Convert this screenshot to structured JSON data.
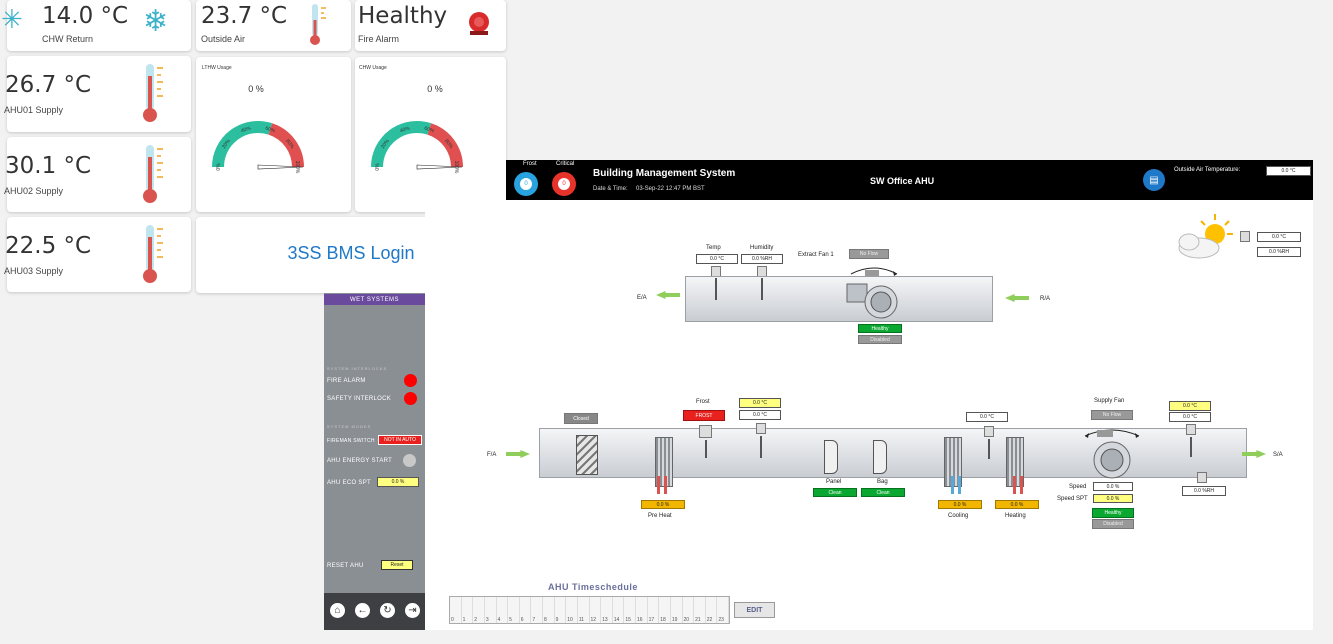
{
  "dashboard": {
    "tiles": [
      {
        "value": "14.0 °C",
        "label": "CHW Return"
      },
      {
        "value": "23.7 °C",
        "label": "Outside Air"
      },
      {
        "value": "Healthy",
        "label": "Fire Alarm"
      },
      {
        "value": "26.7 °C",
        "label": "AHU01 Supply"
      },
      {
        "value": "30.1 °C",
        "label": "AHU02 Supply"
      },
      {
        "value": "22.5 °C",
        "label": "AHU03 Supply"
      }
    ],
    "gauges": [
      {
        "title": "LTHW Usage",
        "value": "0 %",
        "pct": 0
      },
      {
        "title": "CHW Usage",
        "value": "0 %",
        "pct": 0
      }
    ],
    "gauge_ticks": [
      "0%",
      "20%",
      "40%",
      "60%",
      "80%",
      "100%"
    ],
    "login_link": "3SS BMS Login"
  },
  "header": {
    "alarm_frost_label": "Frost",
    "alarm_critical_label": "Critical",
    "alarm_frost_count": "0",
    "alarm_critical_count": "0",
    "title": "Building Management System",
    "datetime_label": "Date & Time:",
    "datetime_value": "03-Sep-22 12:47 PM BST",
    "page_title": "SW Office AHU",
    "outside_air_label": "Outside Air Temperature:",
    "outside_air_value": "0.0 °C"
  },
  "weather": {
    "temp": "0.0 °C",
    "humidity": "0.0 %RH"
  },
  "extract": {
    "temp_label": "Temp",
    "temp_value": "0.0 °C",
    "humidity_label": "Humidity",
    "humidity_value": "0.0 %RH",
    "fan_label": "Extract Fan 1",
    "fan_flow": "No Flow",
    "fan_status": "Healthy",
    "fan_mode": "Disabled",
    "ea_label": "E/A",
    "ra_label": "R/A"
  },
  "supply": {
    "damper_status": "Closed",
    "frost_label": "Frost",
    "frost_status": "FROST",
    "frost_setpoint": "0.0 °C",
    "frost_temp": "0.0 °C",
    "fa_label": "F/A",
    "sa_label": "S/A",
    "preheat_value": "0.0 %",
    "preheat_label": "Pre Heat",
    "panel_label": "Panel",
    "panel_status": "Clean",
    "bag_label": "Bag",
    "bag_status": "Clean",
    "cooling_value": "0.0 %",
    "cooling_label": "Cooling",
    "heating_value": "0.0 %",
    "heating_label": "Heating",
    "offcoil_temp": "0.0 °C",
    "fan_label": "Supply Fan",
    "fan_flow": "No Flow",
    "speed_label": "Speed",
    "speed_value": "0.0 %",
    "speed_spt_label": "Speed SPT",
    "speed_spt_value": "0.0 %",
    "fan_status": "Healthy",
    "fan_mode": "Disabled",
    "supply_setpoint": "0.0 °C",
    "supply_temp": "0.0 °C",
    "supply_humidity": "0.0 %RH"
  },
  "wet": {
    "title": "WET SYSTEMS",
    "interlocks_heading": "SYSTEM INTERLOCKS",
    "fire_alarm": "FIRE ALARM",
    "safety_interlock": "SAFETY INTERLOCK",
    "modes_heading": "SYSTEM MODES",
    "fireman_switch": "FIREMAN SWITCH",
    "fireman_status": "NOT IN AUTO",
    "energy_start": "AHU ENERGY START",
    "eco_spt": "AHU ECO SPT",
    "eco_value": "0.0 %",
    "reset_label": "RESET AHU",
    "reset_button": "Reset"
  },
  "schedule": {
    "title": "AHU Timeschedule",
    "hours": [
      "0",
      "1",
      "2",
      "3",
      "4",
      "5",
      "6",
      "7",
      "8",
      "9",
      "10",
      "11",
      "12",
      "13",
      "14",
      "15",
      "16",
      "17",
      "18",
      "19",
      "20",
      "21",
      "22",
      "23"
    ],
    "edit_label": "EDIT"
  },
  "colors": {
    "accent": "#1f78c8",
    "header": "#000000",
    "wet_title": "#6a4a9c",
    "alarm_red": "#ff0000",
    "gauge_green": "#2bbfa0",
    "gauge_red": "#e05050"
  }
}
